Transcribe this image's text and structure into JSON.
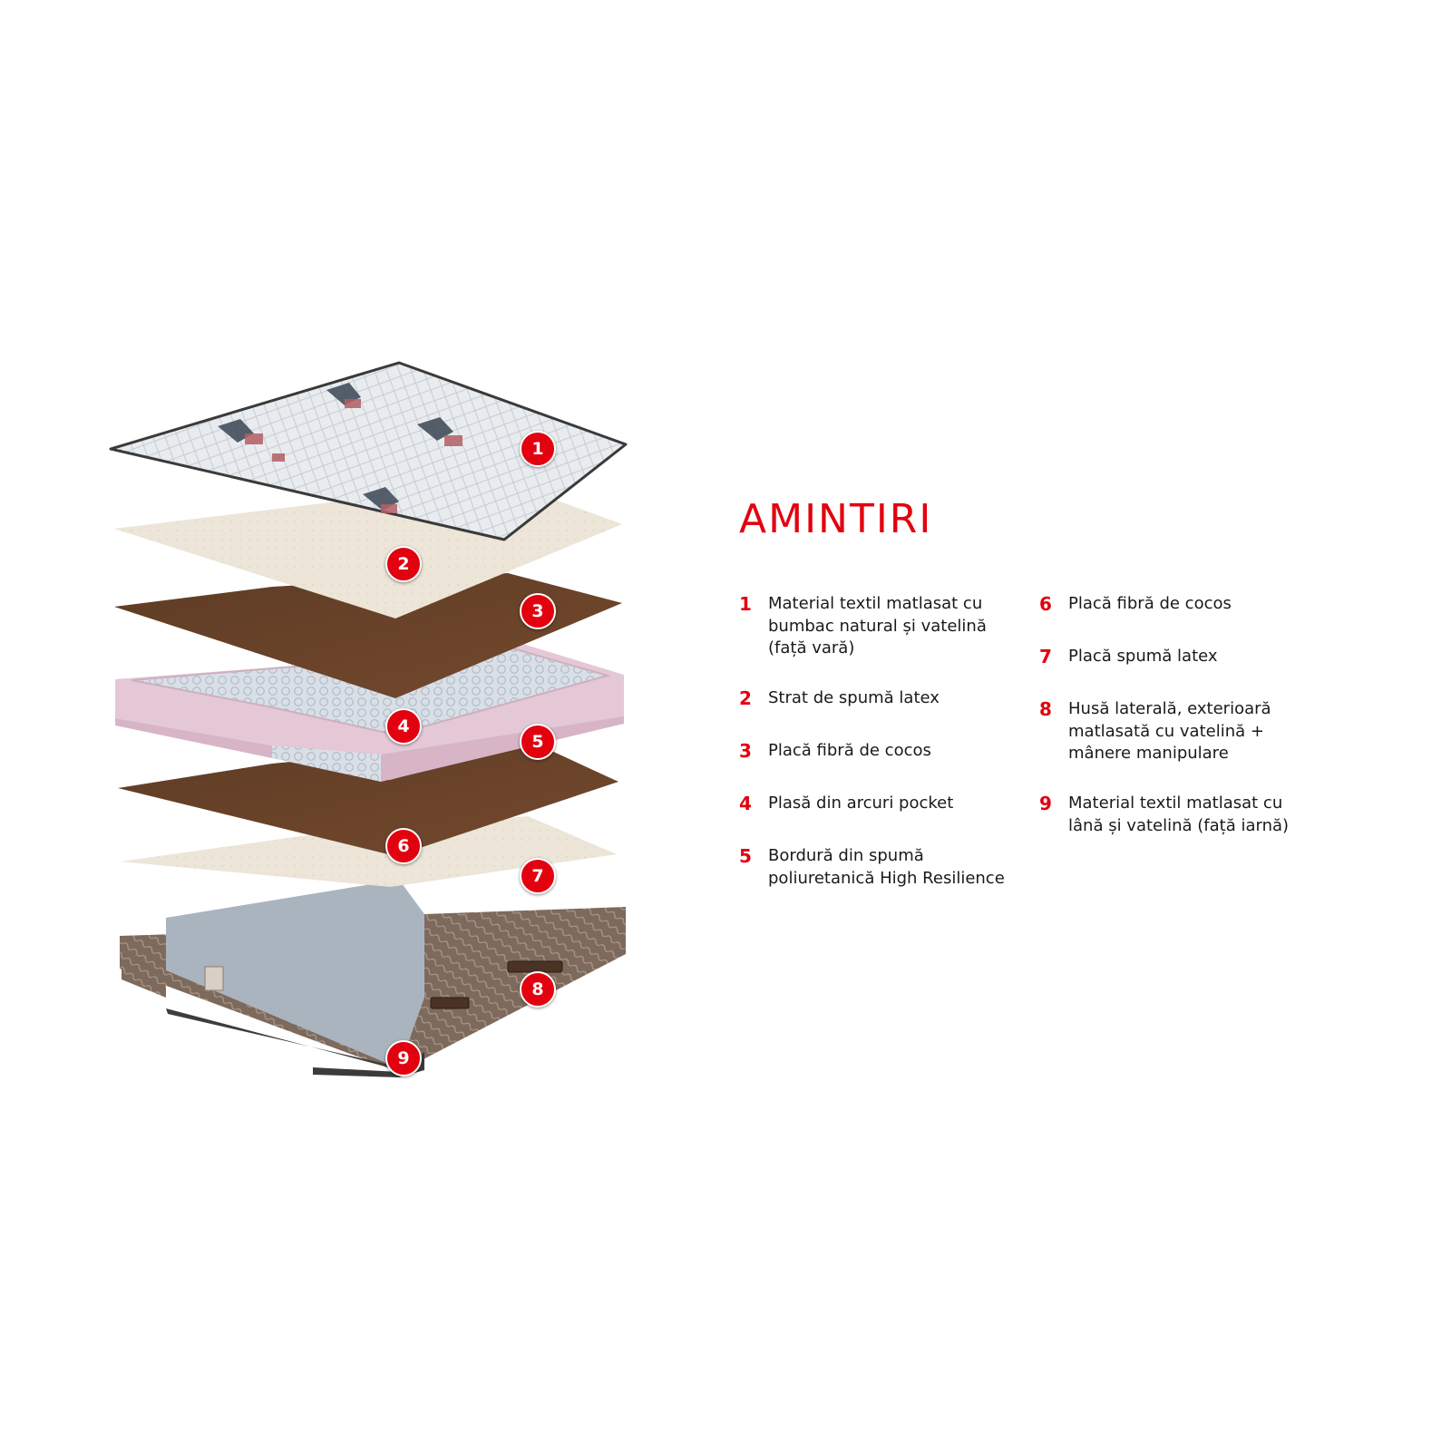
{
  "title": "AMINTIRI",
  "colors": {
    "accent": "#e3000f",
    "quilt_top": "#e9ecef",
    "latex": "#ece5d8",
    "coconut": "#6b452b",
    "spring_mesh": "#d5dce4",
    "hr_border": "#e5c8d6",
    "side_cover": "#7d6a5c",
    "winter_side": "#a7b0ba"
  },
  "layers": [
    {
      "num": "1",
      "text": "Material textil matlasat cu bumbac natural și vatelină (față vară)"
    },
    {
      "num": "2",
      "text": "Strat de spumă latex"
    },
    {
      "num": "3",
      "text": "Placă fibră de cocos"
    },
    {
      "num": "4",
      "text": "Plasă din arcuri pocket"
    },
    {
      "num": "5",
      "text": "Bordură din spumă poliuretanică High Resilience"
    },
    {
      "num": "6",
      "text": "Placă fibră de cocos"
    },
    {
      "num": "7",
      "text": "Placă spumă latex"
    },
    {
      "num": "8",
      "text": "Husă laterală, exterioară matlasată cu vatelină + mânere manipulare"
    },
    {
      "num": "9",
      "text": "Material textil matlasat cu lână și vatelină (față iarnă)"
    }
  ]
}
